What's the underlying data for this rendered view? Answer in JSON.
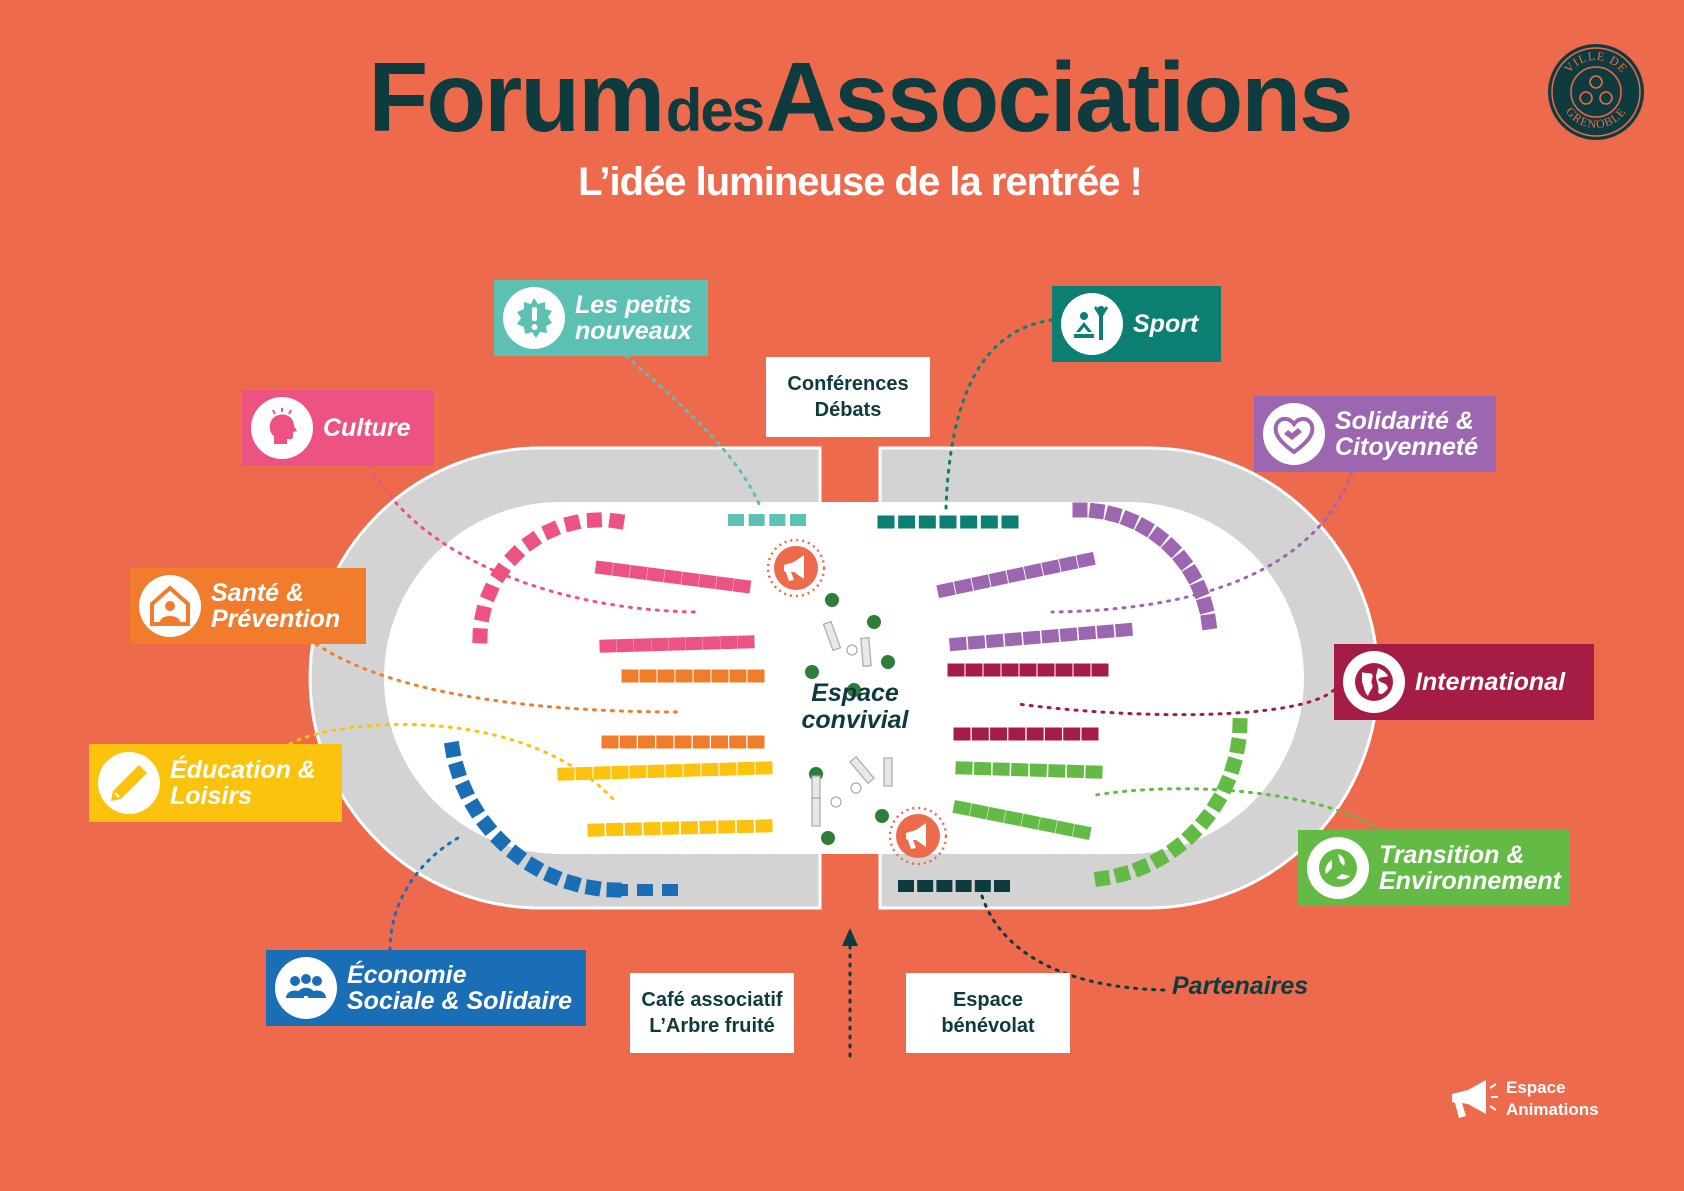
{
  "title": {
    "part1": "Forum",
    "part2": "des",
    "part3": "Associations"
  },
  "subtitle": "L’idée lumineuse de la rentrée !",
  "logo": {
    "top_text": "VILLE DE",
    "bottom_text": "GRENOBLE"
  },
  "colors": {
    "background": "#EE6A4D",
    "dark_teal": "#0E3B3E",
    "track_grey": "#D3D3D3",
    "culture": "#EC5383",
    "petits_nouveaux": "#5CC1B3",
    "sport": "#0B7F72",
    "solidarite": "#9C67B0",
    "sante": "#F07C2C",
    "education": "#FBC20E",
    "international": "#A51C45",
    "transition": "#63BB46",
    "economie": "#1A6EB5",
    "partenaires": "#0E3B3E"
  },
  "categories": [
    {
      "id": "culture",
      "label": "Culture",
      "icon": "head-idea-icon"
    },
    {
      "id": "petits_nouveaux",
      "label": "Les petits\nnouveaux",
      "icon": "exclamation-badge-icon"
    },
    {
      "id": "sport",
      "label": "Sport",
      "icon": "sport-figures-icon"
    },
    {
      "id": "solidarite",
      "label": "Solidarité &\nCitoyenneté",
      "icon": "heart-handshake-icon"
    },
    {
      "id": "sante",
      "label": "Santé &\nPrévention",
      "icon": "house-person-icon"
    },
    {
      "id": "education",
      "label": "Éducation &\nLoisirs",
      "icon": "pencil-icon"
    },
    {
      "id": "international",
      "label": "International",
      "icon": "globe-icon"
    },
    {
      "id": "transition",
      "label": "Transition &\nEnvironnement",
      "icon": "recycle-leaf-icon"
    },
    {
      "id": "economie",
      "label": "Économie\nSociale & Solidaire",
      "icon": "people-group-icon"
    }
  ],
  "zones": {
    "conferences": "Conférences\nDébats",
    "cafe": "Café associatif\nL’Arbre fruité",
    "benevolat": "Espace\nbénévolat",
    "convivial": "Espace\nconvivial",
    "partenaires": "Partenaires"
  },
  "legend": {
    "label": "Espace\nAnimations",
    "icon": "megaphone-icon"
  }
}
